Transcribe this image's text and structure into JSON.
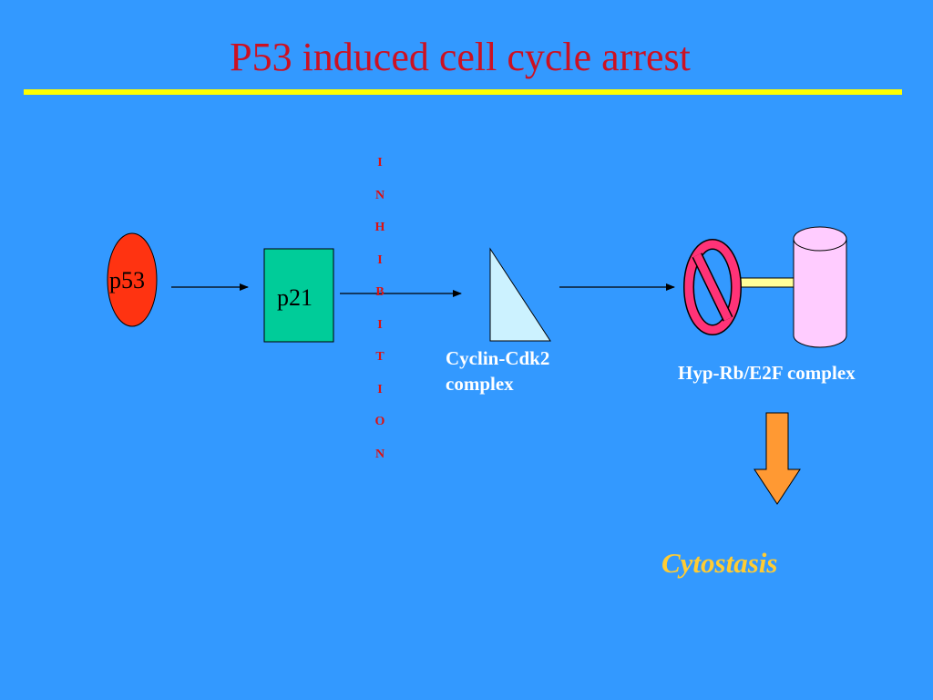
{
  "slide": {
    "title": "P53 induced cell cycle arrest"
  },
  "nodes": {
    "p53": "p53",
    "p21": "p21",
    "cyclin_line1": "Cyclin-Cdk2",
    "cyclin_line2": "complex",
    "hyp_rb": "Hyp-Rb/E2F complex",
    "cytostasis": "Cytostasis"
  },
  "inhibition_letters": [
    "I",
    "N",
    "H",
    "I",
    "B",
    "I",
    "T",
    "I",
    "O",
    "N"
  ],
  "colors": {
    "background": "#3399ff",
    "title": "#cc1122",
    "title_rule": "#ffff00",
    "p53_oval": "#ff3311",
    "p21_box": "#00cc99",
    "cyclin_triangle": "#ccf2ff",
    "cylinder": "#ffccff",
    "no_sign": "#ff3377",
    "connector": "#ffff99",
    "down_arrow": "#ff9933",
    "inhibition_text": "#dd1111",
    "cytostasis_text": "#ffcc33"
  }
}
